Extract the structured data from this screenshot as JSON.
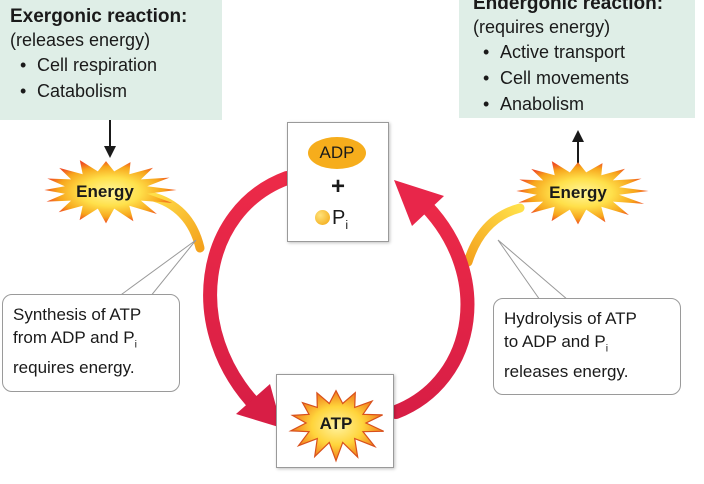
{
  "left_panel": {
    "title": "Exergonic reaction:",
    "subtitle": "(releases energy)",
    "items": [
      "Cell respiration",
      "Catabolism"
    ]
  },
  "right_panel": {
    "title": "Endergonic reaction:",
    "subtitle": "(requires energy)",
    "items": [
      "Active transport",
      "Cell movements",
      "Anabolism"
    ]
  },
  "energy_left": "Energy",
  "energy_right": "Energy",
  "adp_box": {
    "adp": "ADP",
    "plus": "+",
    "pi": "P",
    "pi_sub": "i"
  },
  "atp_label": "ATP",
  "callout_left": {
    "line1": "Synthesis of ATP",
    "line2": "from ADP and P",
    "line2_sub": "i",
    "line3": "requires energy."
  },
  "callout_right": {
    "line1": "Hydrolysis of ATP",
    "line2": "to ADP and P",
    "line2_sub": "i",
    "line3": "releases energy."
  },
  "colors": {
    "panel_bg": "#dfeee7",
    "cycle_arrow": "#e8264a",
    "burst_outer": "#ffe04a",
    "burst_inner": "#f04e23",
    "adp_fill": "#f6ad1c"
  }
}
